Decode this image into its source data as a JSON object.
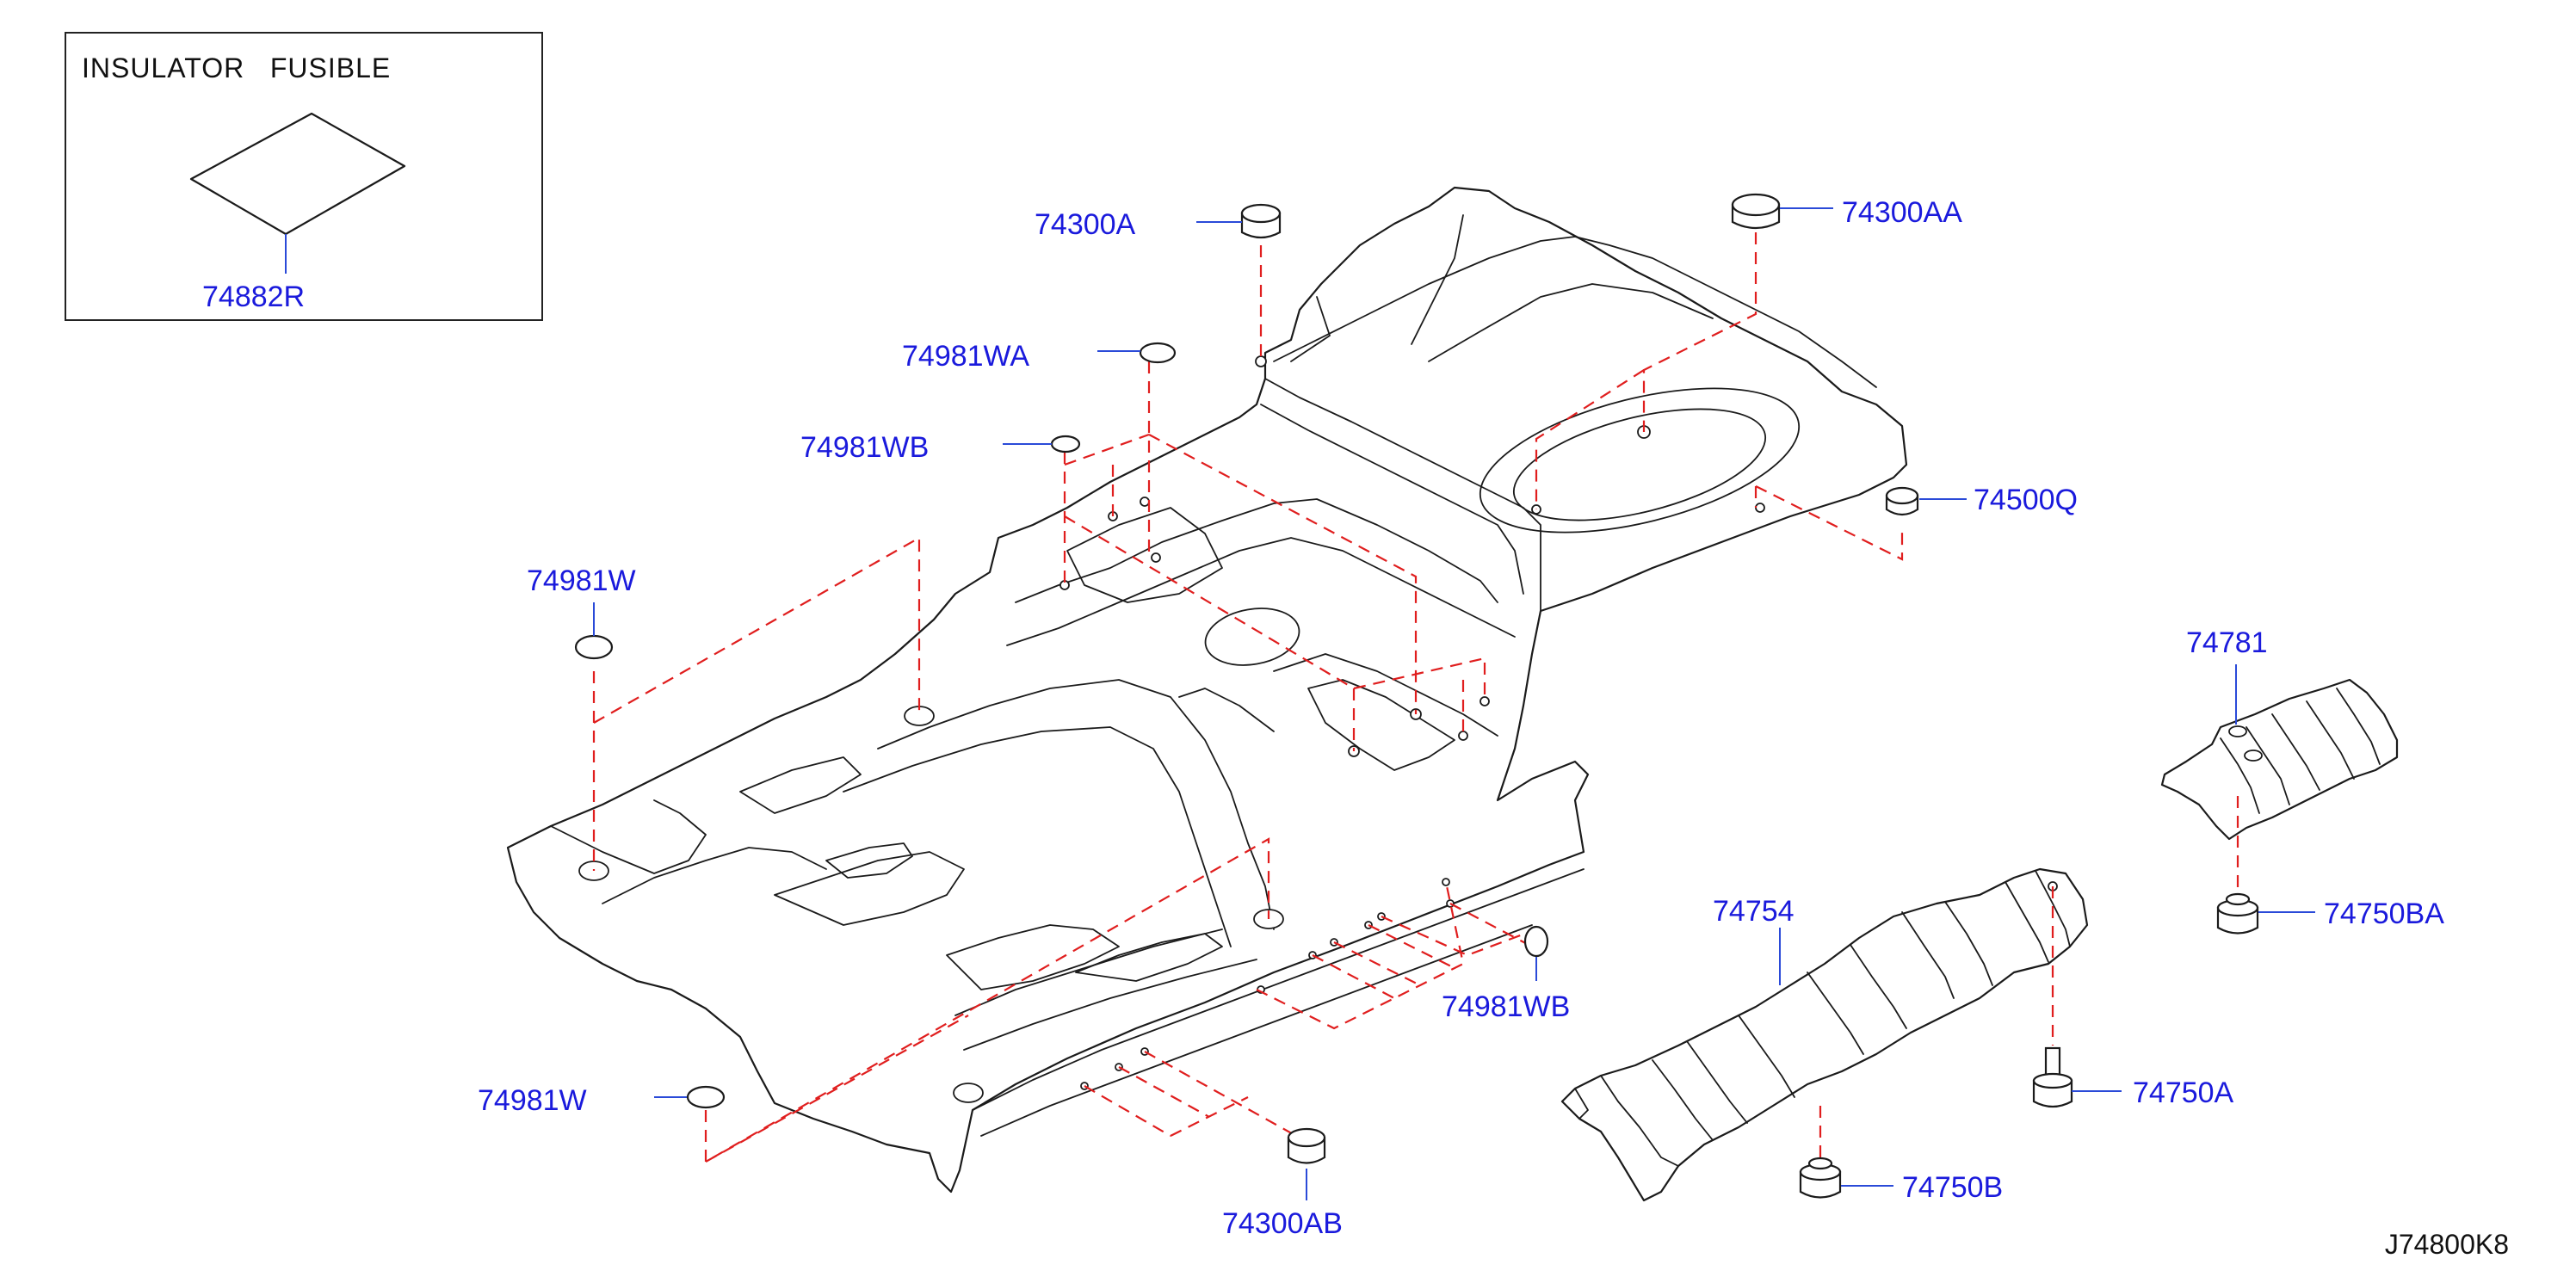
{
  "inset": {
    "title": "INSULATOR   FUSIBLE",
    "part_number": "74882R"
  },
  "callouts": {
    "p74300A": "74300A",
    "p74300AA": "74300AA",
    "p74981WA": "74981WA",
    "p74981WB_top": "74981WB",
    "p74500Q": "74500Q",
    "p74981W_top": "74981W",
    "p74781": "74781",
    "p74750BA": "74750BA",
    "p74754": "74754",
    "p74981WB_bottom": "74981WB",
    "p74750A": "74750A",
    "p74981W_bottom": "74981W",
    "p74750B": "74750B",
    "p74300AB": "74300AB"
  },
  "diagram_code": "J74800K8",
  "colors": {
    "callout_text": "#1a1adc",
    "leader_line": "#2a4ad8",
    "dashed_line": "#e01e1e",
    "outline": "#1b1b1b"
  }
}
